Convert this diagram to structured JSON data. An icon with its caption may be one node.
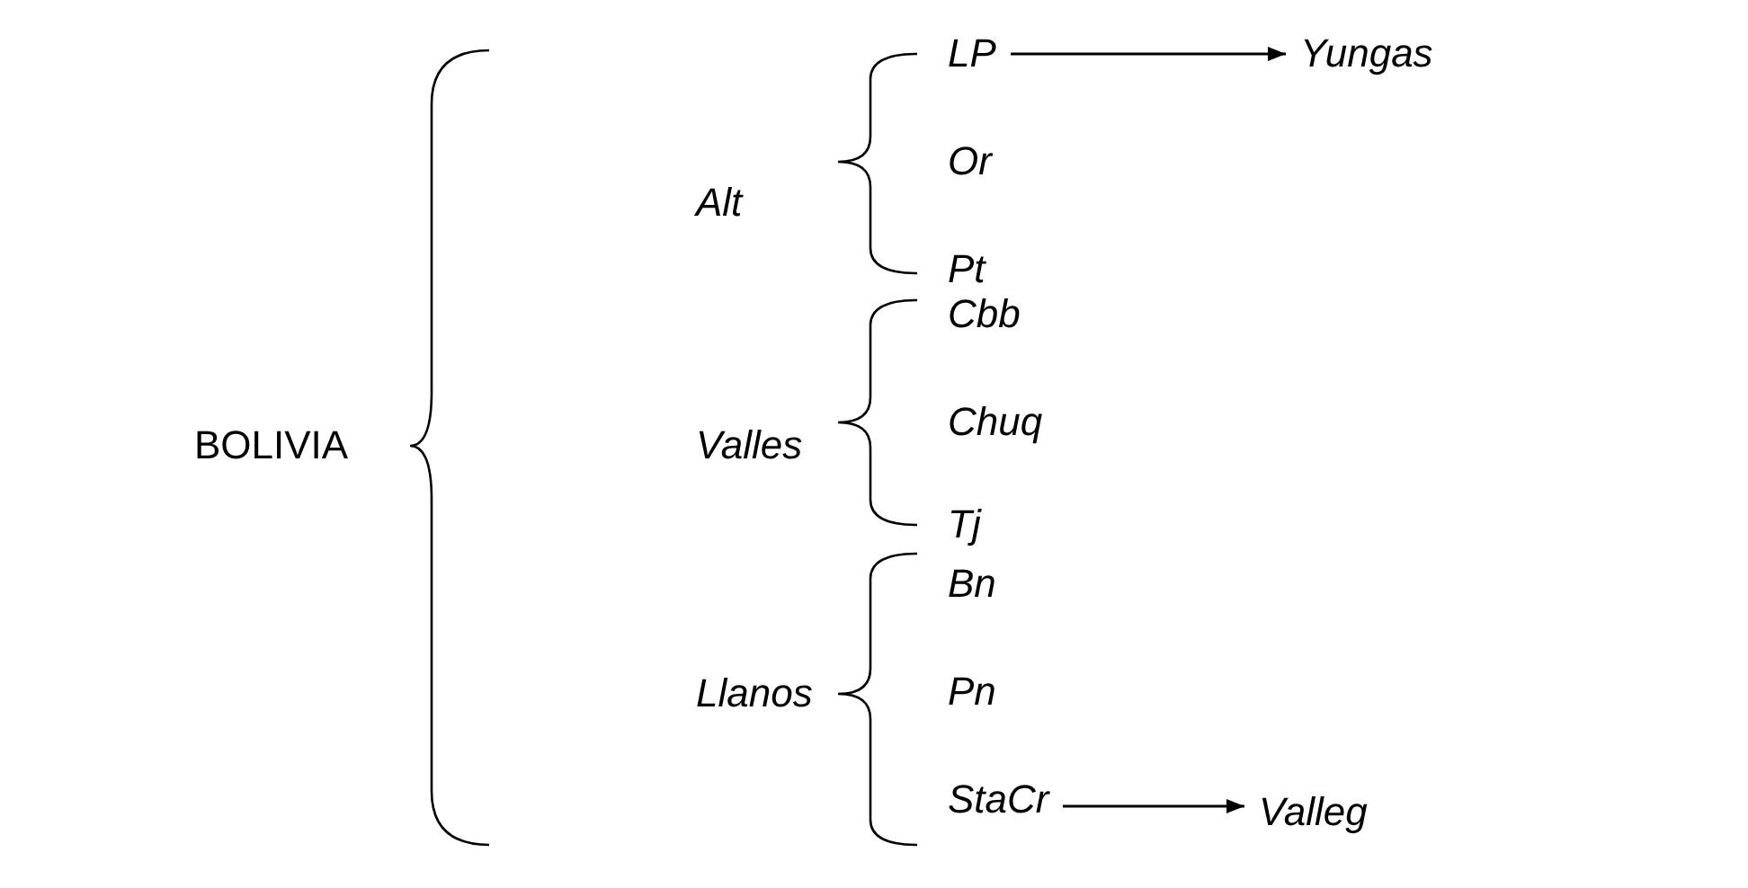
{
  "diagram": {
    "nodes": [
      {
        "text": [
          "BOLIVIA"
        ]
      },
      {
        "text": [
          "Alt"
        ]
      },
      {
        "text": [
          "LP"
        ]
      },
      {
        "text": [
          "Yungas"
        ]
      },
      {
        "text": [
          "Or"
        ]
      },
      {
        "text": [
          "Pt"
        ]
      },
      {
        "text": [
          "Valles"
        ]
      },
      {
        "text": [
          "Cbb"
        ]
      },
      {
        "text": [
          "Chuq"
        ]
      },
      {
        "text": [
          "Tj"
        ]
      },
      {
        "text": [
          "Llanos"
        ]
      },
      {
        "text": [
          "Bn"
        ]
      },
      {
        "text": [
          "Pn"
        ]
      },
      {
        "text": [
          "StaCr"
        ]
      },
      {
        "text": [
          "Valleg"
        ]
      }
    ],
    "edges": [
      {
        "from": 2,
        "to": 3,
        "arrow": "to"
      },
      {
        "from": 13,
        "to": 14,
        "arrow": "to"
      }
    ]
  }
}
